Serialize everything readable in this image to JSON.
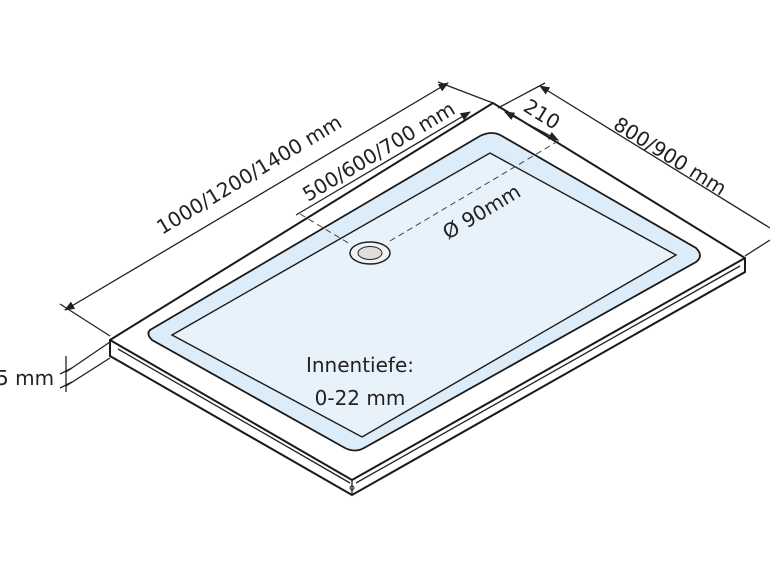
{
  "diagram": {
    "labels": {
      "length": "1000/1200/1400 mm",
      "drain_offset": "500/600/700 mm",
      "drain_edge_distance": "210",
      "width": "800/900 mm",
      "drain_diameter": "Ø 90mm",
      "height": "5 mm",
      "depth_title": "Innentiefe:",
      "depth_value": "0-22 mm"
    },
    "colors": {
      "basin_fill": "#dcecf8",
      "basin_inner": "#e8f2fb",
      "line": "#222222"
    }
  }
}
